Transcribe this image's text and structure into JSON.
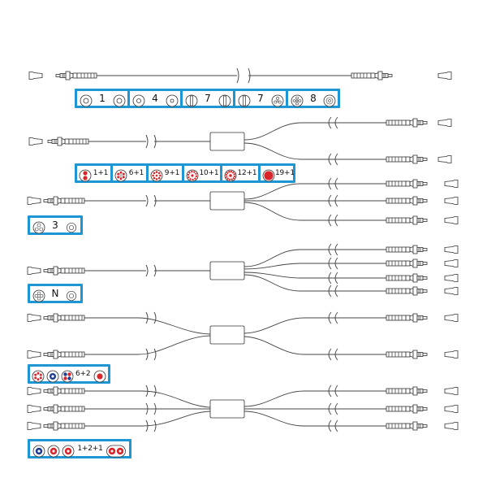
{
  "labels": {
    "s1": [
      "1",
      "4",
      "7",
      "7",
      "8"
    ],
    "s2": [
      "1+1",
      "6+1",
      "9+1",
      "10+1",
      "12+1",
      "19+1"
    ],
    "s3": [
      "3"
    ],
    "s4": [
      "N"
    ],
    "s5": [
      "6+2"
    ],
    "s6": [
      "1+2+1"
    ]
  },
  "watermark": "",
  "colors": {
    "panel": "#1d96d3",
    "red": "#d9262a",
    "navy": "#1a3d8f",
    "wire": "#444444"
  }
}
